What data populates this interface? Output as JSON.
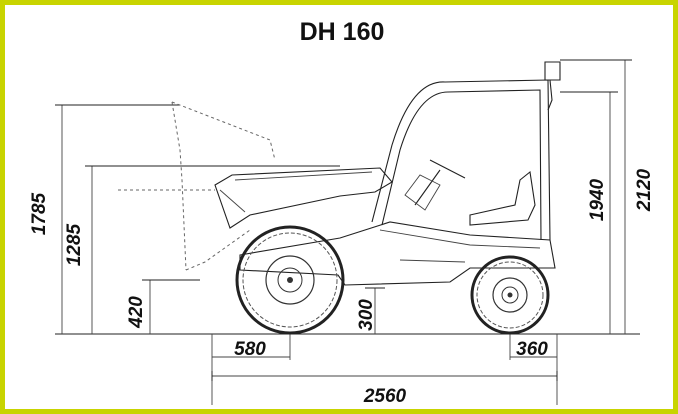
{
  "title": "DH 160",
  "dimensions": {
    "height_raised_skip": "1785",
    "height_skip": "1285",
    "dump_height": "420",
    "ground_clearance": "300",
    "front_overhang": "580",
    "rear_overhang": "360",
    "wheelbase_total_length": "2560",
    "seat_height": "1940",
    "rops_height": "2120"
  },
  "colors": {
    "frame": "#c8d400"
  }
}
